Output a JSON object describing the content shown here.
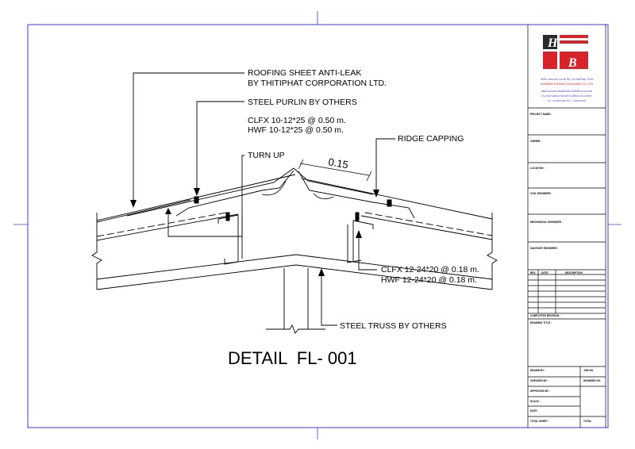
{
  "labels": {
    "roofing_1": "ROOFING SHEET ANTI-LEAK",
    "roofing_2": "BY THITIPHAT CORPORATION LTD.",
    "purlin": "STEEL PURLIN BY OTHERS",
    "screw_top_1": "CLFX 10-12*25 @ 0.50 m.",
    "screw_top_2": "HWF 10-12*25 @ 0.50 m.",
    "turn_up": "TURN UP",
    "ridge_capping": "RIDGE CAPPING",
    "dimension": "0.15",
    "screw_bot_1": "CLFX 12-24*20 @ 0.18 m.",
    "screw_bot_2": "HWF 12-24*20 @ 0.18 m.",
    "truss": "STEEL TRUSS BY OTHERS",
    "detail_title": "DETAIL  FL- 001"
  },
  "title_block": {
    "logo_letters": [
      "H",
      "B"
    ],
    "company_th": "บริษัท แฮมเมอร์ แอนด์ บีม (ประเทศไทย) จำกัด",
    "company_en": "HAMMER & BEAM (THAILAND) CO.,LTD",
    "address_1": "ผลิตจำหน่ายและติดตั้งหลังคาเมทัลชีทและอุปกรณ์",
    "address_2": "ประเภทงานหลังคาโครงสร้างเหล็กและระบบกันรั่ว",
    "phone": "Tel : 0-0000-0000  Fax : 0-0000-0000",
    "fields": {
      "project_name": "PROJECT NAME :",
      "owner": "OWNER :",
      "location": "LOCATION :",
      "civil_engineer": "CIVIL ENGINEER :",
      "mechanical_engineer": "MECHANICAL ENGINEER :",
      "sanitary_engineer": "SANITARY ENGINEER :",
      "rev_no": "REV.",
      "rev_date": "DATE",
      "rev_desc": "DESCRIPTION",
      "completed_revision": "COMPLETED REVISION :",
      "drawing_title": "DRAWING TITLE :",
      "drawn_by": "DRAWN BY :",
      "job_no": "JOB NO.",
      "checked_by": "CHECKED BY :",
      "drawing_no": "DRAWING NO.",
      "approved_by": "APPROVED BY :",
      "scale": "SCALE :",
      "date": "DATE :",
      "total_sheet": "TOTAL SHEET :",
      "total": "TOTAL"
    }
  },
  "colors": {
    "border": "#3b3bd8",
    "logo_red": "#d8232a",
    "logo_dark": "#2a2a2a",
    "line": "#000000"
  }
}
